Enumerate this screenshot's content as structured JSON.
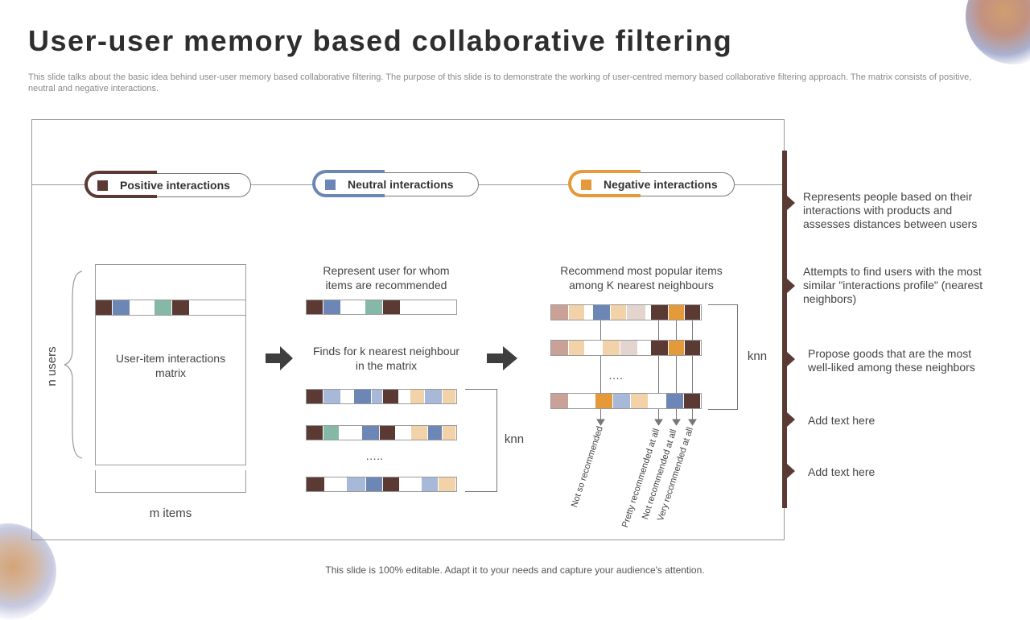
{
  "title": "User-user memory based collaborative filtering",
  "subtitle": "This slide talks about the basic idea behind user-user memory based collaborative filtering. The purpose of this slide is to demonstrate the working of user-centred memory based collaborative filtering approach. The matrix consists of positive, neutral and negative interactions.",
  "footer": "This slide is 100% editable. Adapt it to your needs and capture your audience's attention.",
  "colors": {
    "positive": "#5a3a33",
    "neutral": "#6c86b6",
    "negative": "#e49a3a",
    "teal": "#86b8a8",
    "peach": "#f2d2a8",
    "rose": "#c9a196",
    "lightblue": "#a8b8d8",
    "pink": "#e4d4d0"
  },
  "legend": {
    "positive": "Positive interactions",
    "neutral": "Neutral interactions",
    "negative": "Negative interactions"
  },
  "matrix": {
    "label": "User-item interactions matrix",
    "rows_label": "n users",
    "cols_label": "m items"
  },
  "step2": {
    "represent": "Represent user for whom items are recommended",
    "finds": "Finds for k nearest neighbour in the matrix",
    "knn": "knn",
    "ellipsis": "….."
  },
  "step3": {
    "recommend": "Recommend most popular items among K nearest neighbours",
    "knn": "knn",
    "ellipsis": "….",
    "labels": [
      "Not so recommended",
      "Pretty recommended at all",
      "Not recommended at all",
      "Very recommended at all"
    ]
  },
  "side": [
    "Represents people based on their interactions with products and assesses distances between users",
    "Attempts to find users with the most similar \"interactions profile\" (nearest neighbors)",
    "Propose goods that are the most well-liked among these neighbors",
    "Add text here",
    "Add text here"
  ]
}
